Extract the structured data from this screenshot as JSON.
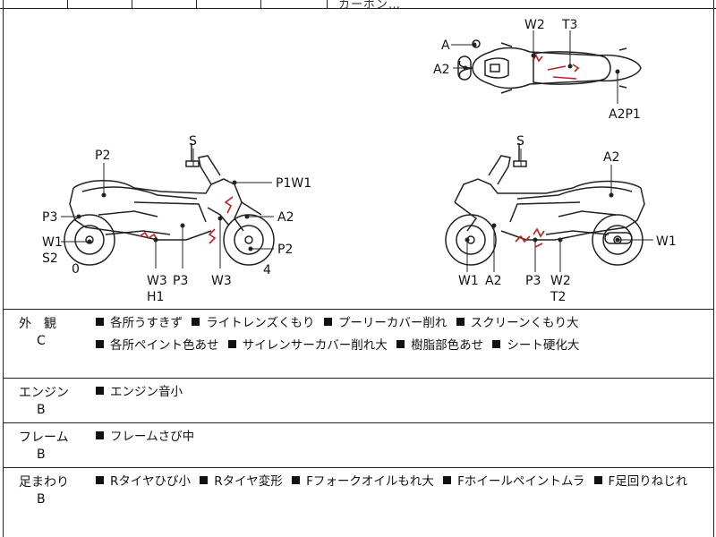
{
  "header_fragment": "カーボン…",
  "diagram": {
    "labels": {
      "top": [
        "A",
        "A2",
        "W2",
        "T3",
        "A2P1"
      ],
      "left": [
        "S",
        "P2",
        "P1W1",
        "A2",
        "P3",
        "W1",
        "S2",
        "0",
        "P2",
        "4",
        "W3",
        "H1",
        "P3",
        "W3"
      ],
      "right": [
        "S",
        "A2",
        "W1",
        "W1",
        "A2",
        "P3",
        "W2",
        "T2"
      ]
    }
  },
  "sections": [
    {
      "title": "外　観",
      "grade": "C",
      "items": [
        "各所うすきず",
        "ライトレンズくもり",
        "プーリーカバー削れ",
        "スクリーンくもり大",
        "各所ペイント色あせ",
        "サイレンサーカバー削れ大",
        "樹脂部色あせ",
        "シート硬化大"
      ]
    },
    {
      "title": "エンジン",
      "grade": "B",
      "items": [
        "エンジン音小"
      ]
    },
    {
      "title": "フレーム",
      "grade": "B",
      "items": [
        "フレームさび中"
      ]
    },
    {
      "title": "足まわり",
      "grade": "B",
      "items": [
        "Rタイヤひび小",
        "Rタイヤ変形",
        "Fフォークオイルもれ大",
        "Fホイールペイントムラ",
        "F足回りねじれ"
      ]
    }
  ]
}
